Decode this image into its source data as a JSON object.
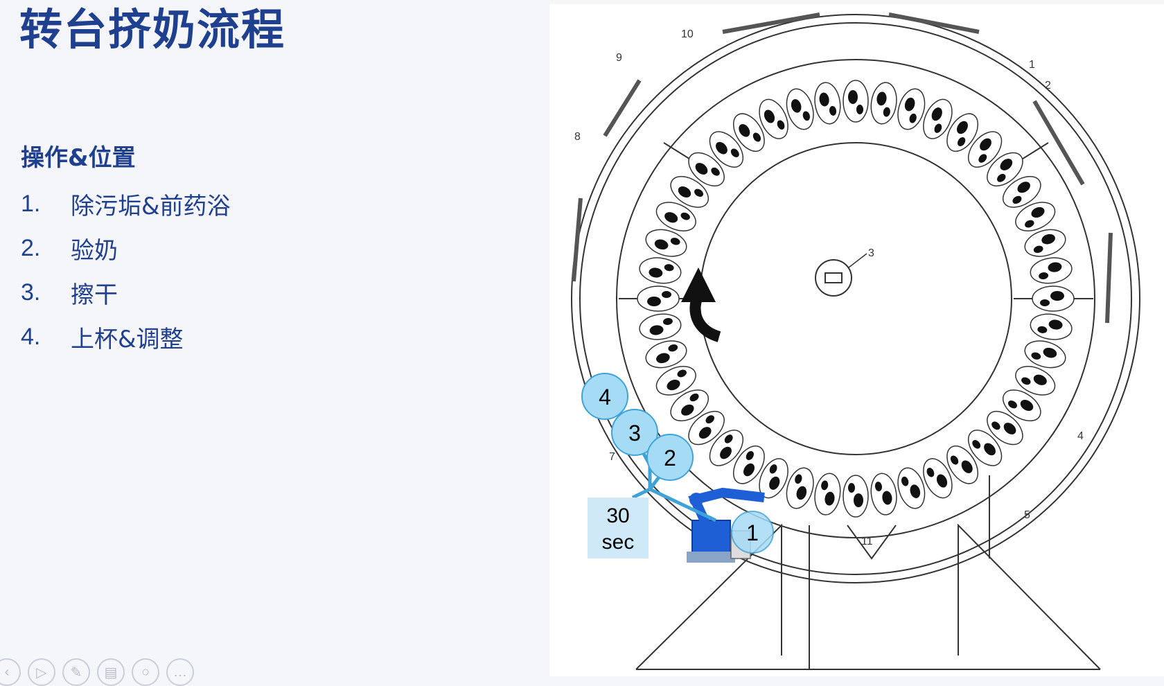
{
  "slide": {
    "title": "转台挤奶流程",
    "section_heading": "操作&位置",
    "steps": [
      {
        "num": "1.",
        "text": "除污垢&前药浴"
      },
      {
        "num": "2.",
        "text": "验奶"
      },
      {
        "num": "3.",
        "text": "擦干"
      },
      {
        "num": "4.",
        "text": "上杯&调整"
      }
    ]
  },
  "diagram": {
    "callout_numbers": [
      "1",
      "2",
      "3",
      "4",
      "5",
      "7",
      "8",
      "9",
      "10",
      "11"
    ],
    "hub_label": "3",
    "station_badges": [
      "4",
      "3",
      "2",
      "1"
    ],
    "time_box": {
      "value": "30",
      "unit": "sec"
    },
    "colors": {
      "badge_fill": "#a6dbf6",
      "badge_stroke": "#3fa3d8",
      "time_box": "#cfe9f8",
      "robot": "#1e5fd6",
      "line": "#333333"
    }
  },
  "toolbar": {
    "icons": [
      "prev-icon",
      "play-icon",
      "pen-icon",
      "slides-icon",
      "zoom-icon",
      "more-icon"
    ]
  }
}
